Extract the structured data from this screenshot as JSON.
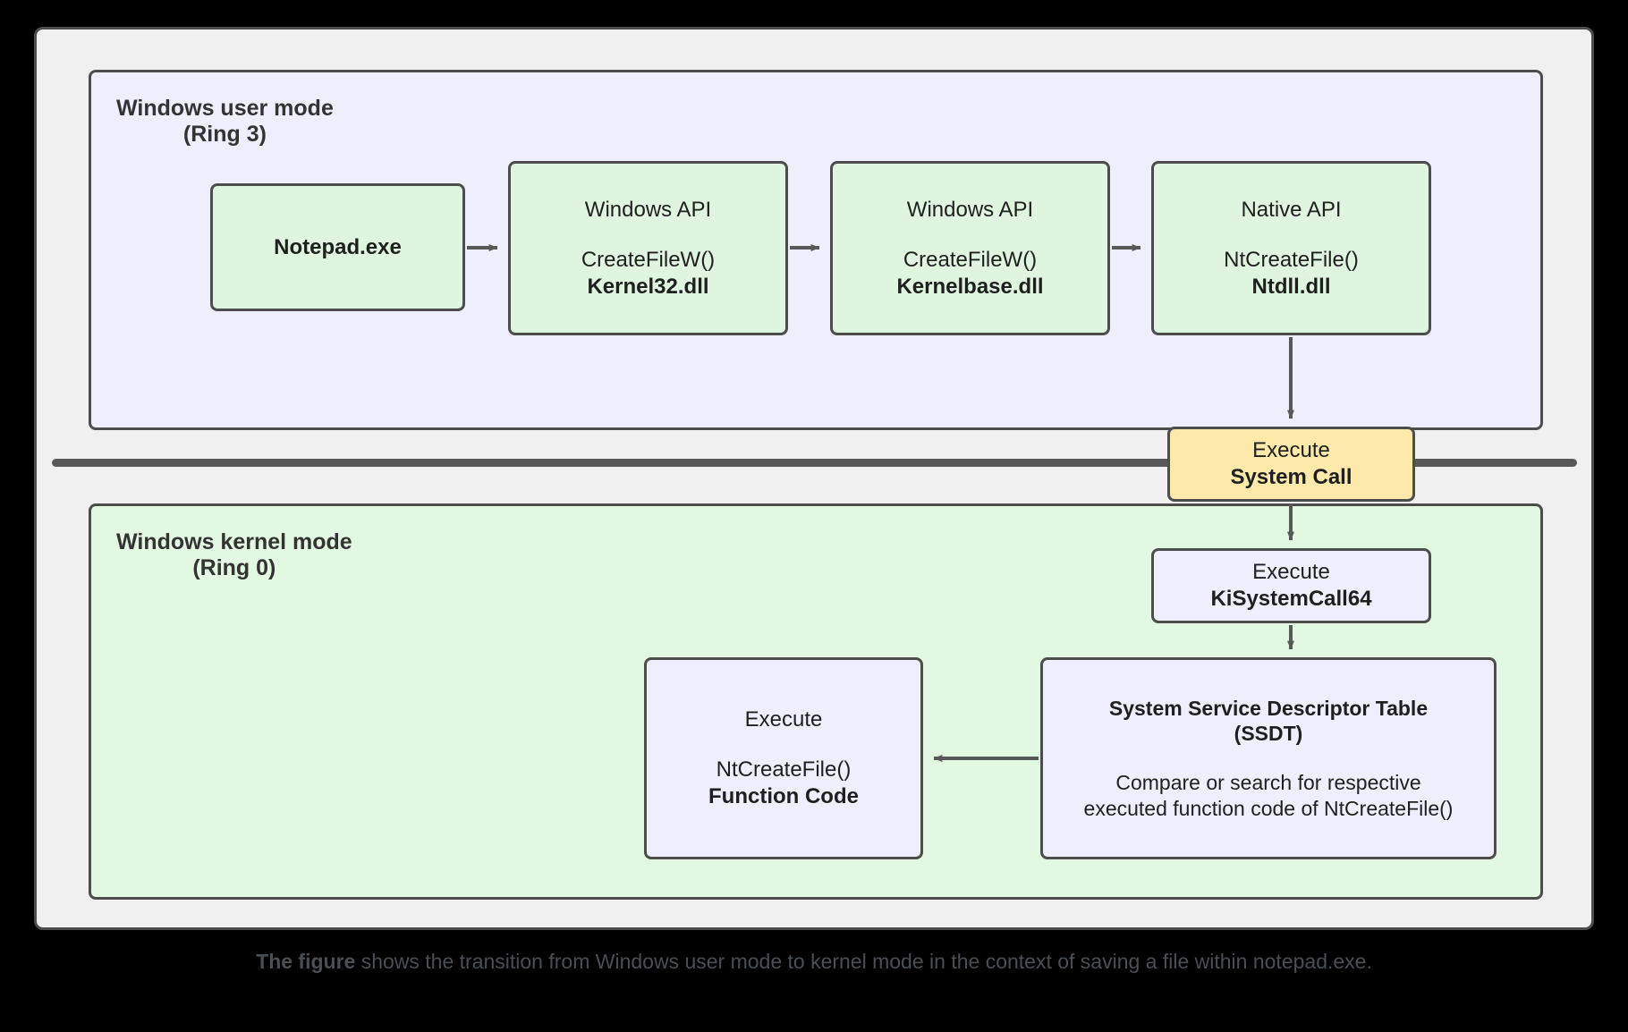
{
  "diagram": {
    "user_mode_panel": {
      "label": "Windows user mode\n(Ring 3)"
    },
    "kernel_mode_panel": {
      "label": "Windows kernel mode\n(Ring 0)"
    },
    "nodes": {
      "notepad": {
        "line1": "Notepad.exe"
      },
      "kernel32": {
        "line1": "Windows API",
        "line2": "CreateFileW()",
        "line3": "Kernel32.dll"
      },
      "kernelbase": {
        "line1": "Windows API",
        "line2": "CreateFileW()",
        "line3": "Kernelbase.dll"
      },
      "ntdll": {
        "line1": "Native API",
        "line2": "NtCreateFile()",
        "line3": "Ntdll.dll"
      },
      "syscall": {
        "line1": "Execute",
        "line2": "System Call"
      },
      "kisyscall": {
        "line1": "Execute",
        "line2": "KiSystemCall64"
      },
      "ssdt": {
        "line1": "System Service Descriptor Table",
        "line2": "(SSDT)",
        "line3": "Compare or search for respective",
        "line4": "executed function code of NtCreateFile()"
      },
      "funccode": {
        "line1": "Execute",
        "line2": "NtCreateFile()",
        "line3": "Function Code"
      }
    },
    "colors": {
      "api_box_fill": "#dff5e0",
      "kernel_box_fill": "#eeeefc",
      "syscall_box_fill": "#fde9a9",
      "user_panel_fill": "#eeeefc",
      "kernel_panel_fill": "#e3f8e3",
      "frame_fill": "#f0f0f0",
      "stroke": "#4d4d4d",
      "arrow": "#585858"
    }
  },
  "caption": {
    "lead": "The figure",
    "rest": " shows the transition from Windows user mode to kernel mode in the context of saving a file within notepad.exe."
  }
}
